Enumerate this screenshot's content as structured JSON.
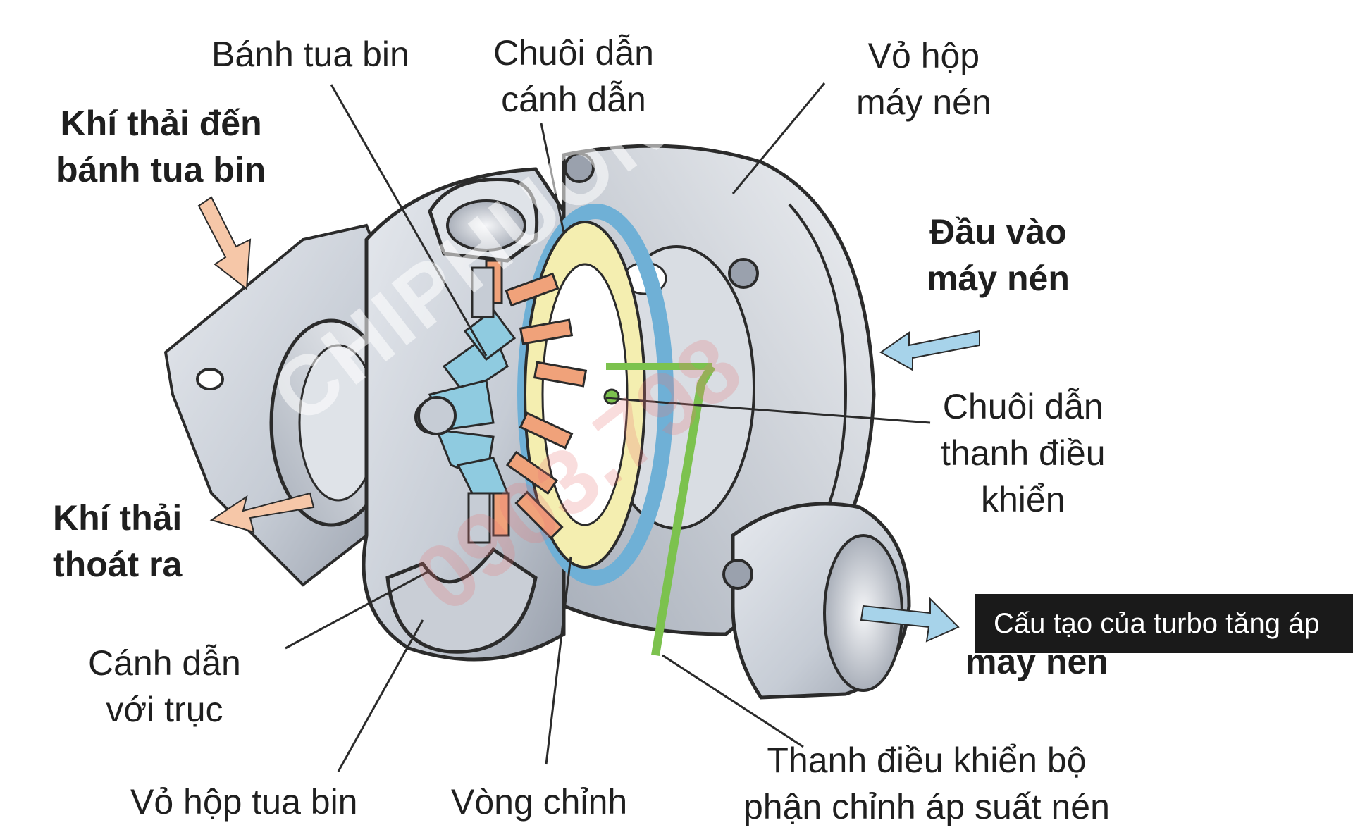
{
  "labels": {
    "turbine_wheel": "Bánh tua bin",
    "vane_chain_line1": "Chuôi dẫn",
    "vane_chain_line2": "cánh dẫn",
    "compressor_housing_line1": "Vỏ hộp",
    "compressor_housing_line2": "máy nén",
    "exhaust_in_line1": "Khí thải đến",
    "exhaust_in_line2": "bánh tua bin",
    "compressor_inlet_line1": "Đầu vào",
    "compressor_inlet_line2": "máy nén",
    "control_rod_chain_line1": "Chuôi dẫn",
    "control_rod_chain_line2": "thanh điều",
    "control_rod_chain_line3": "khiển",
    "exhaust_out_line1": "Khí thải",
    "exhaust_out_line2": "thoát ra",
    "compressor_out_partial": "máy nén",
    "vane_shaft_line1": "Cánh dẫn",
    "vane_shaft_line2": "với trục",
    "control_bar_line1": "Thanh điều khiển bộ",
    "control_bar_line2": "phận chỉnh áp suất nén",
    "turbine_housing": "Vỏ hộp tua bin",
    "adjust_ring": "Vòng chỉnh"
  },
  "caption": "Cấu tạo của turbo tăng áp",
  "colors": {
    "metal": "#cfd4dc",
    "metal_dark": "#9aa1ad",
    "outline": "#2b2b2b",
    "turbine_blue": "#8fcbe0",
    "vane_orange": "#f0a27a",
    "ring_yellow": "#f4eeb0",
    "ring_blue": "#6fb0d6",
    "rod_green": "#7cc24e",
    "arrow_orange": "#f6c7a8",
    "arrow_blue": "#a7d3ea"
  }
}
